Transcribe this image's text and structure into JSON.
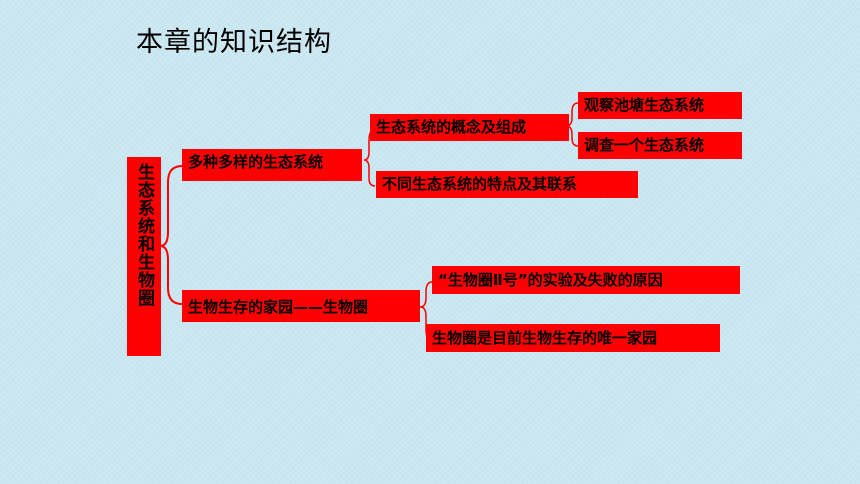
{
  "title": "本章的知识结构",
  "root": "生态系统和生物圈",
  "branch1": {
    "label": "多种多样的生态系统",
    "sub1": {
      "label": "生态系统的概念及组成",
      "items": [
        "观察池塘生态系统",
        "调查一个生态系统"
      ]
    },
    "sub2": {
      "label": "不同生态系统的特点及其联系"
    }
  },
  "branch2": {
    "label": "生物生存的家园——生物圈",
    "items": [
      "“生物圈Ⅱ号”的实验及失败的原因",
      "生物圈是目前生物生存的唯一家园"
    ]
  },
  "colors": {
    "box_fill": "#ff0000",
    "background": "#cbe7f1",
    "brace_stroke": "#ff0000"
  }
}
